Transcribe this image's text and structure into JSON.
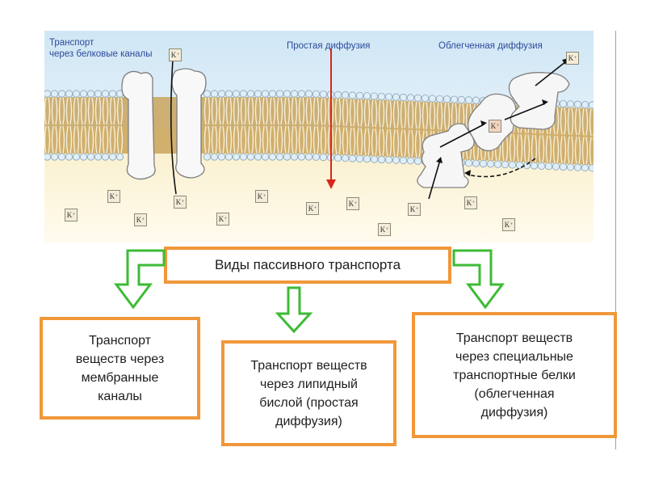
{
  "illustration": {
    "labels": {
      "protein_channels": "Транспорт\nчерез белковые каналы",
      "simple_diffusion": "Простая диффузия",
      "facilitated_diffusion": "Облегченная диффузия"
    },
    "ion_label": "K",
    "ion_charge": "+",
    "colors": {
      "extracellular": "#d6eaf6",
      "intracellular": "#fdf6dc",
      "lipid_tails": "#c9a35c",
      "lipid_heads": "#dfeef8",
      "simple_diffusion_arrow": "#d9261c",
      "protein": "#f7f7f7"
    }
  },
  "flowchart": {
    "root": "Виды пассивного транспорта",
    "branches": [
      {
        "text": "Транспорт\nвеществ через\nмембранные\nканалы"
      },
      {
        "text": "Транспорт веществ\nчерез липидный\nбислой (простая\nдиффузия)"
      },
      {
        "text": "Транспорт веществ\nчерез специальные\nтранспортные белки\n(облегченная\nдиффузия)"
      }
    ],
    "colors": {
      "box_border": "#f0973a",
      "arrow": "#3dbb35"
    }
  }
}
